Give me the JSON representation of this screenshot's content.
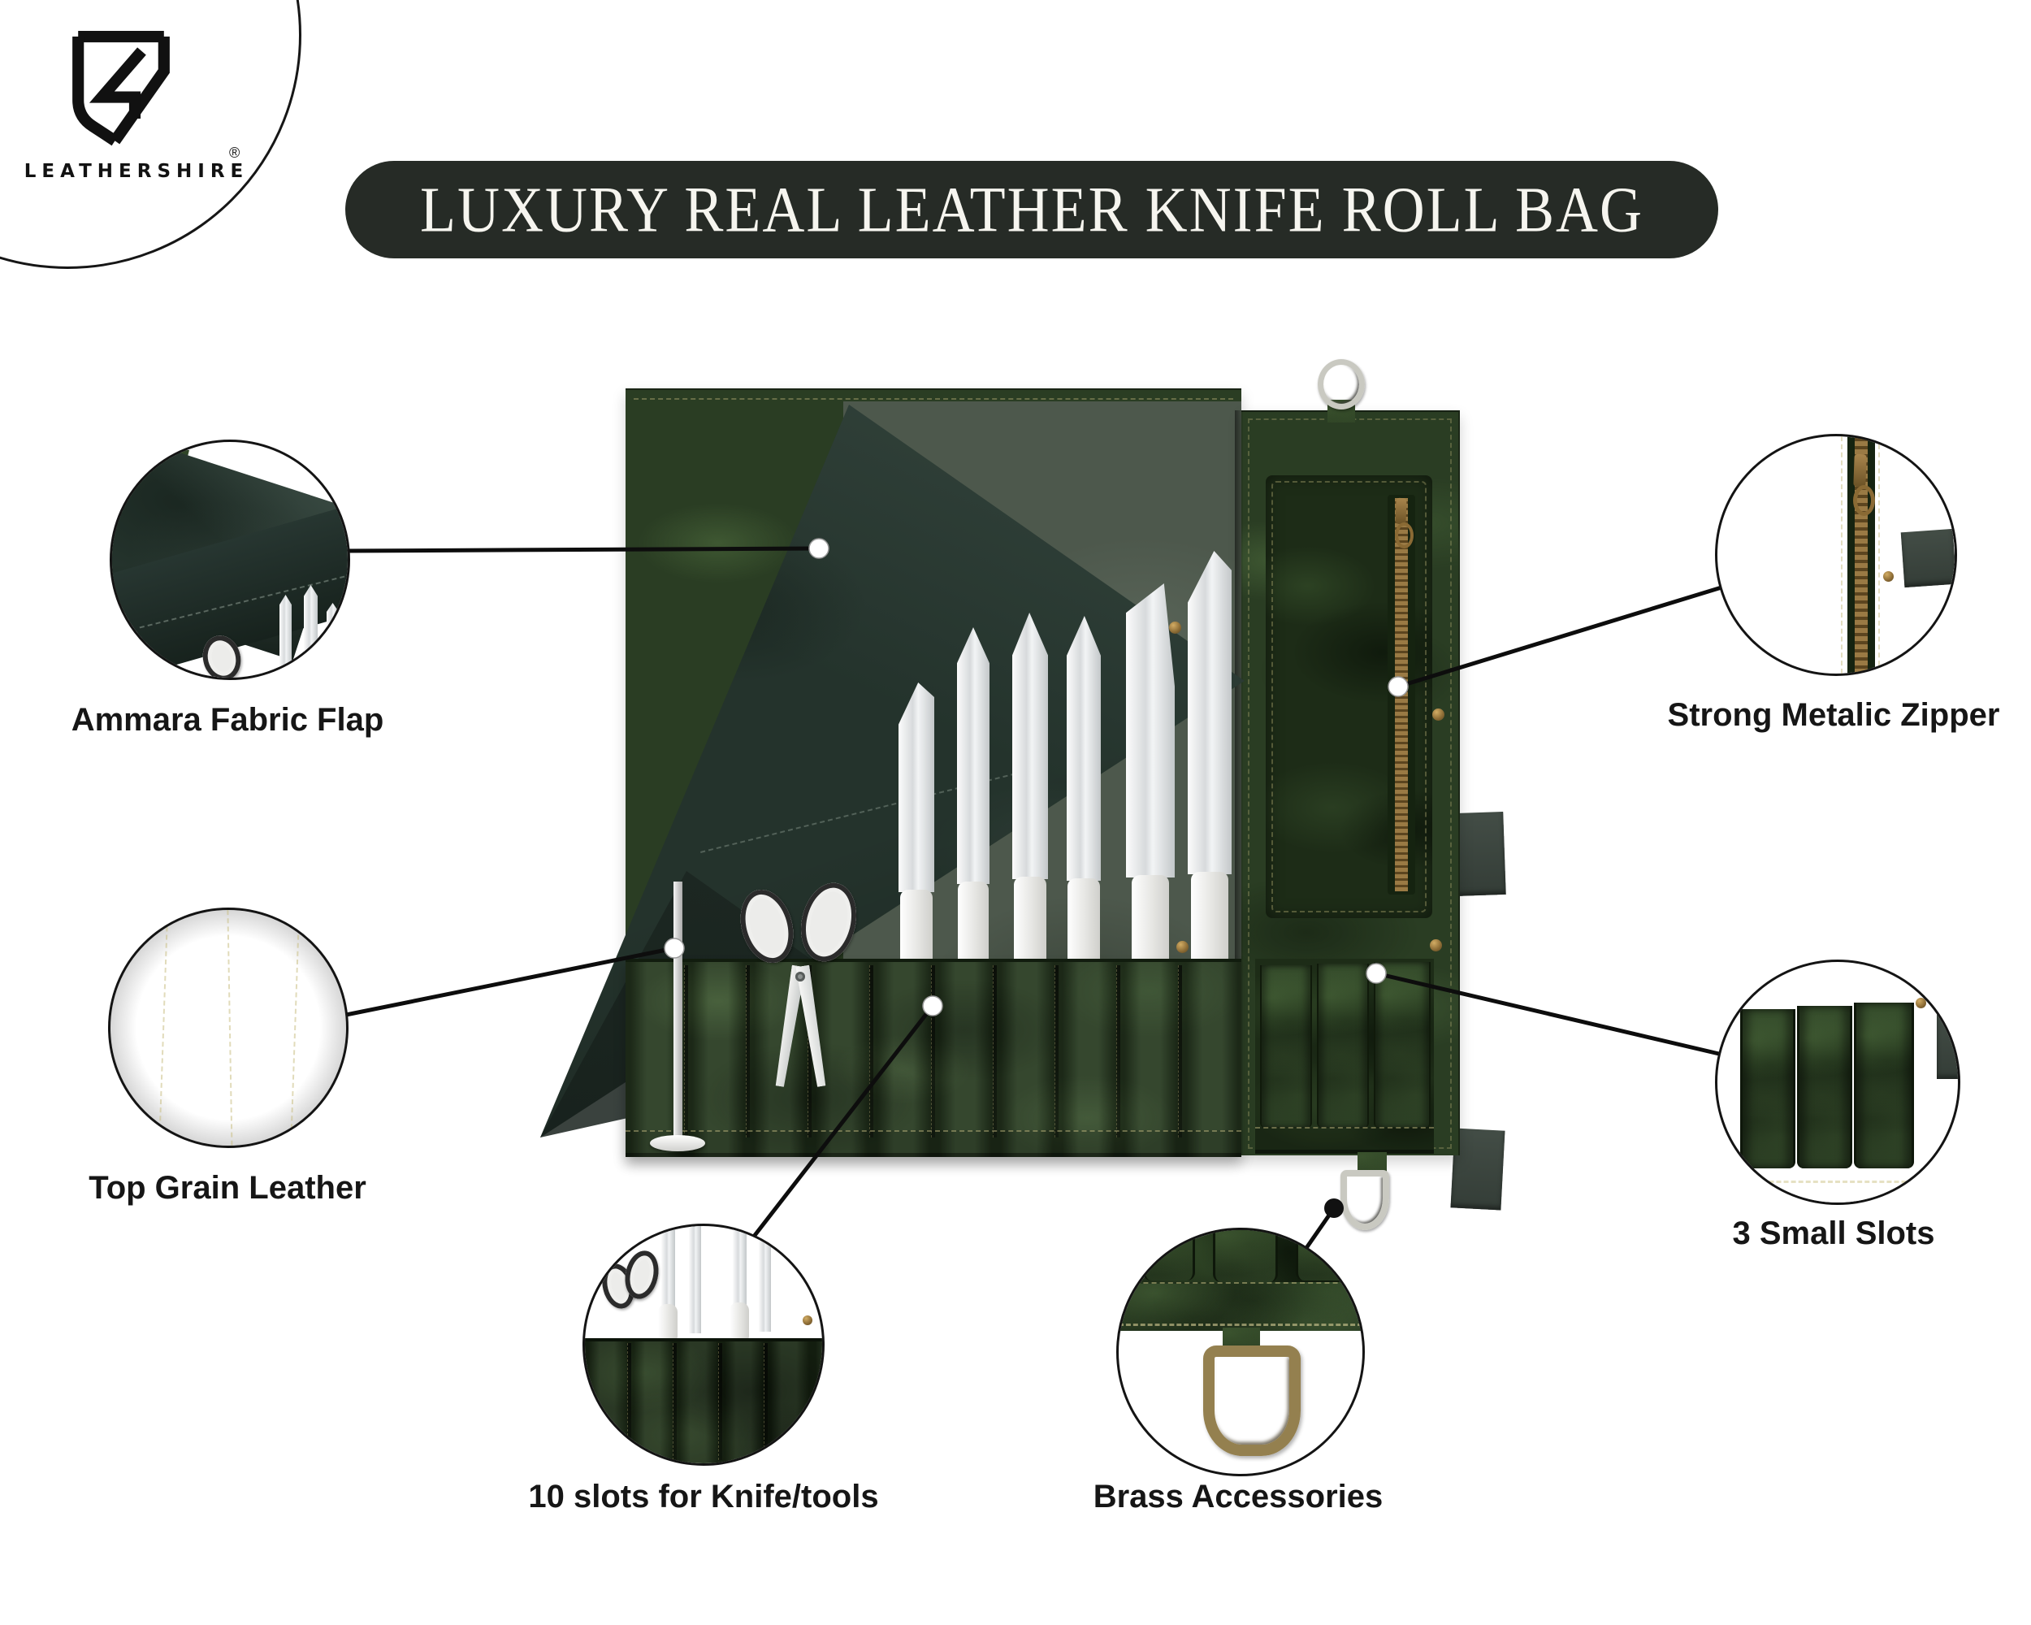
{
  "brand": {
    "name": "LEATHERSHIRE",
    "registered_mark": "®"
  },
  "banner": {
    "title": "LUXURY REAL LEATHER KNIFE ROLL BAG",
    "bg_color": "#262b26",
    "text_color": "#f6f5ef"
  },
  "product": {
    "description": "Open green top-grain leather knife roll with dark Ammara fabric flap holding a sharpening steel, kitchen scissors and six knives",
    "leather_color": "#2a3d23",
    "flap_color": "#24332c",
    "interior_color": "#4d584c",
    "brass_color": "#9a7a44",
    "metal_color": "#c9c9c1",
    "hardware": [
      "d-ring",
      "zipper",
      "rivets",
      "felt tabs"
    ]
  },
  "callouts": [
    {
      "id": "ammara-fabric-flap",
      "label": "Ammara Fabric Flap"
    },
    {
      "id": "top-grain-leather",
      "label": "Top Grain Leather"
    },
    {
      "id": "knife-slots",
      "label": "10 slots for Knife/tools"
    },
    {
      "id": "brass-accessories",
      "label": "Brass Accessories"
    },
    {
      "id": "metallic-zipper",
      "label": "Strong Metalic Zipper"
    },
    {
      "id": "small-slots",
      "label": "3 Small Slots"
    }
  ]
}
